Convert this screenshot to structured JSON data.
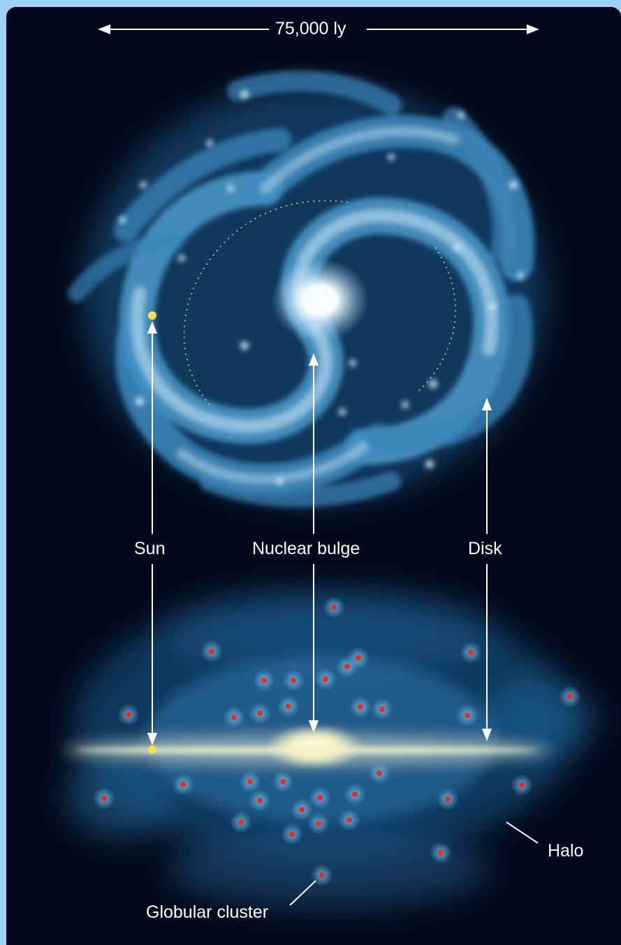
{
  "scale": {
    "label": "75,000 ly"
  },
  "labels": {
    "sun": "Sun",
    "nuclear_bulge": "Nuclear bulge",
    "disk": "Disk",
    "halo": "Halo",
    "globular_cluster": "Globular cluster"
  },
  "colors": {
    "outer_frame": "#9fd0f6",
    "background": "#03091a",
    "spiral_blue": "#3f8fc4",
    "halo_blue": "#1d5f93",
    "sun_yellow": "#ffe04a",
    "cluster_red": "#e0302a",
    "label_white": "#ffffff"
  }
}
